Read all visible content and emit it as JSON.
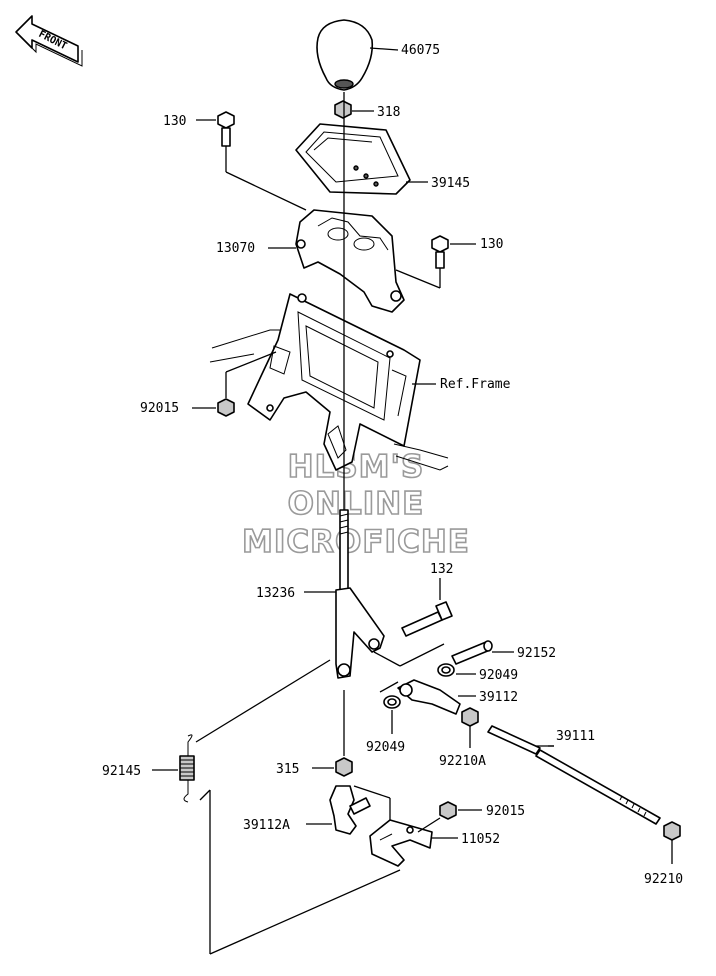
{
  "front_badge": "FRONT",
  "watermark": {
    "line1": "HLSM'S",
    "line2": "ONLINE",
    "line3": "MICROFICHE"
  },
  "callouts": {
    "p46075": "46075",
    "p318": "318",
    "p130_top": "130",
    "p39145": "39145",
    "p130_right": "130",
    "p13070": "13070",
    "ref_frame": "Ref.Frame",
    "p92015_left": "92015",
    "p132": "132",
    "p13236": "13236",
    "p92152": "92152",
    "p92049_right": "92049",
    "p39112": "39112",
    "p92049_left": "92049",
    "p92210A": "92210A",
    "p39111": "39111",
    "p92145": "92145",
    "p315": "315",
    "p92015_right": "92015",
    "p39112A": "39112A",
    "p11052": "11052",
    "p92210": "92210"
  }
}
